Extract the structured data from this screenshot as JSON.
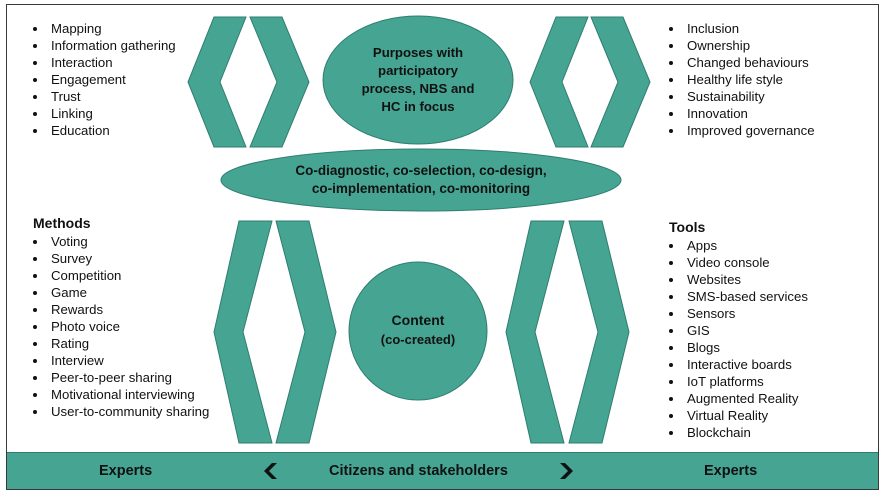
{
  "top_left_list": [
    "Mapping",
    "Information gathering",
    "Interaction",
    "Engagement",
    "Trust",
    "Linking",
    "Education"
  ],
  "top_right_list": [
    "Inclusion",
    "Ownership",
    "Changed behaviours",
    "Healthy life style",
    "Sustainability",
    "Innovation",
    "Improved governance"
  ],
  "methods": {
    "heading": "Methods",
    "items": [
      "Voting",
      "Survey",
      "Competition",
      "Game",
      "Rewards",
      "Photo voice",
      "Rating",
      "Interview",
      "Peer-to-peer sharing",
      "Motivational interviewing",
      "User-to-community sharing"
    ]
  },
  "tools": {
    "heading": "Tools",
    "items": [
      "Apps",
      "Video console",
      "Websites",
      "SMS-based services",
      "Sensors",
      "GIS",
      "Blogs",
      "Interactive boards",
      "IoT platforms",
      "Augmented Reality",
      "Virtual Reality",
      "Blockchain"
    ]
  },
  "purposes_oval": {
    "lines": [
      "Purposes with",
      "participatory",
      "process, NBS and",
      "HC in focus"
    ]
  },
  "co_process_oval": {
    "lines": [
      "Co-diagnostic, co-selection, co-design,",
      "co-implementation, co-monitoring"
    ]
  },
  "content_circle": {
    "title": "Content",
    "subtitle": "(co-created)"
  },
  "bottom_bar": {
    "left": "Experts",
    "center": "Citizens and stakeholders",
    "right": "Experts"
  },
  "colors": {
    "teal": "#45a592",
    "teal_border": "#2f7d6e"
  }
}
